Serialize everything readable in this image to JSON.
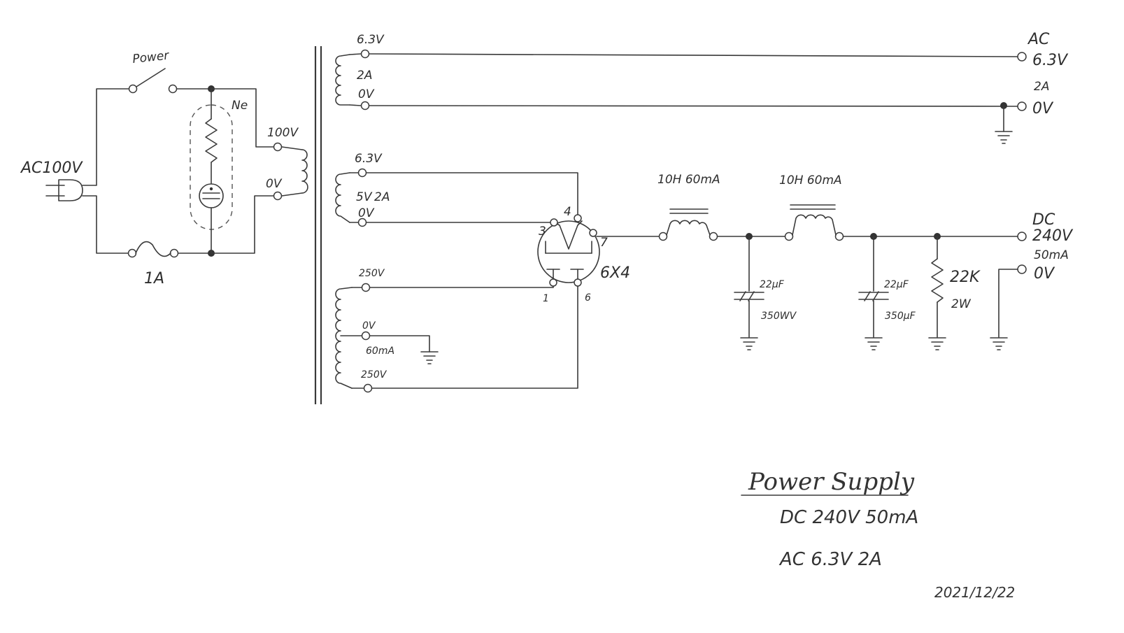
{
  "input": {
    "plug_label": "AC100V",
    "switch_label": "Power",
    "fuse_label": "1A",
    "neon_label": "Ne"
  },
  "transformer": {
    "primary": {
      "tap_top": "100V",
      "tap_bottom": "0V"
    },
    "heater": {
      "tap_top": "6.3V",
      "current": "2A",
      "tap_bottom": "0V"
    },
    "rectifier_heater": {
      "tap_top": "6.3V",
      "tap_mid": "5V",
      "current": "2A",
      "tap_bottom": "0V"
    },
    "high_voltage": {
      "tap_top": "250V",
      "center_tap": "0V",
      "current": "60mA",
      "tap_bottom": "250V"
    }
  },
  "tube": {
    "type": "6X4",
    "pins": [
      "1",
      "3",
      "4",
      "6",
      "7"
    ]
  },
  "filter": {
    "choke1": "10H 60mA",
    "choke2": "10H 60mA",
    "cap1_value": "22μF",
    "cap1_voltage": "350WV",
    "cap2_value": "22μF",
    "cap2_voltage": "350μF",
    "resistor_value": "22K",
    "resistor_power": "2W"
  },
  "outputs": {
    "ac": {
      "label": "AC",
      "voltage": "6.3V",
      "current": "2A",
      "ground": "0V"
    },
    "dc": {
      "label": "DC",
      "voltage": "240V",
      "current": "50mA",
      "ground": "0V"
    }
  },
  "title_block": {
    "title": "Power Supply",
    "line1": "DC 240V  50mA",
    "line2": "AC 6.3V  2A",
    "date": "2021/12/22"
  }
}
